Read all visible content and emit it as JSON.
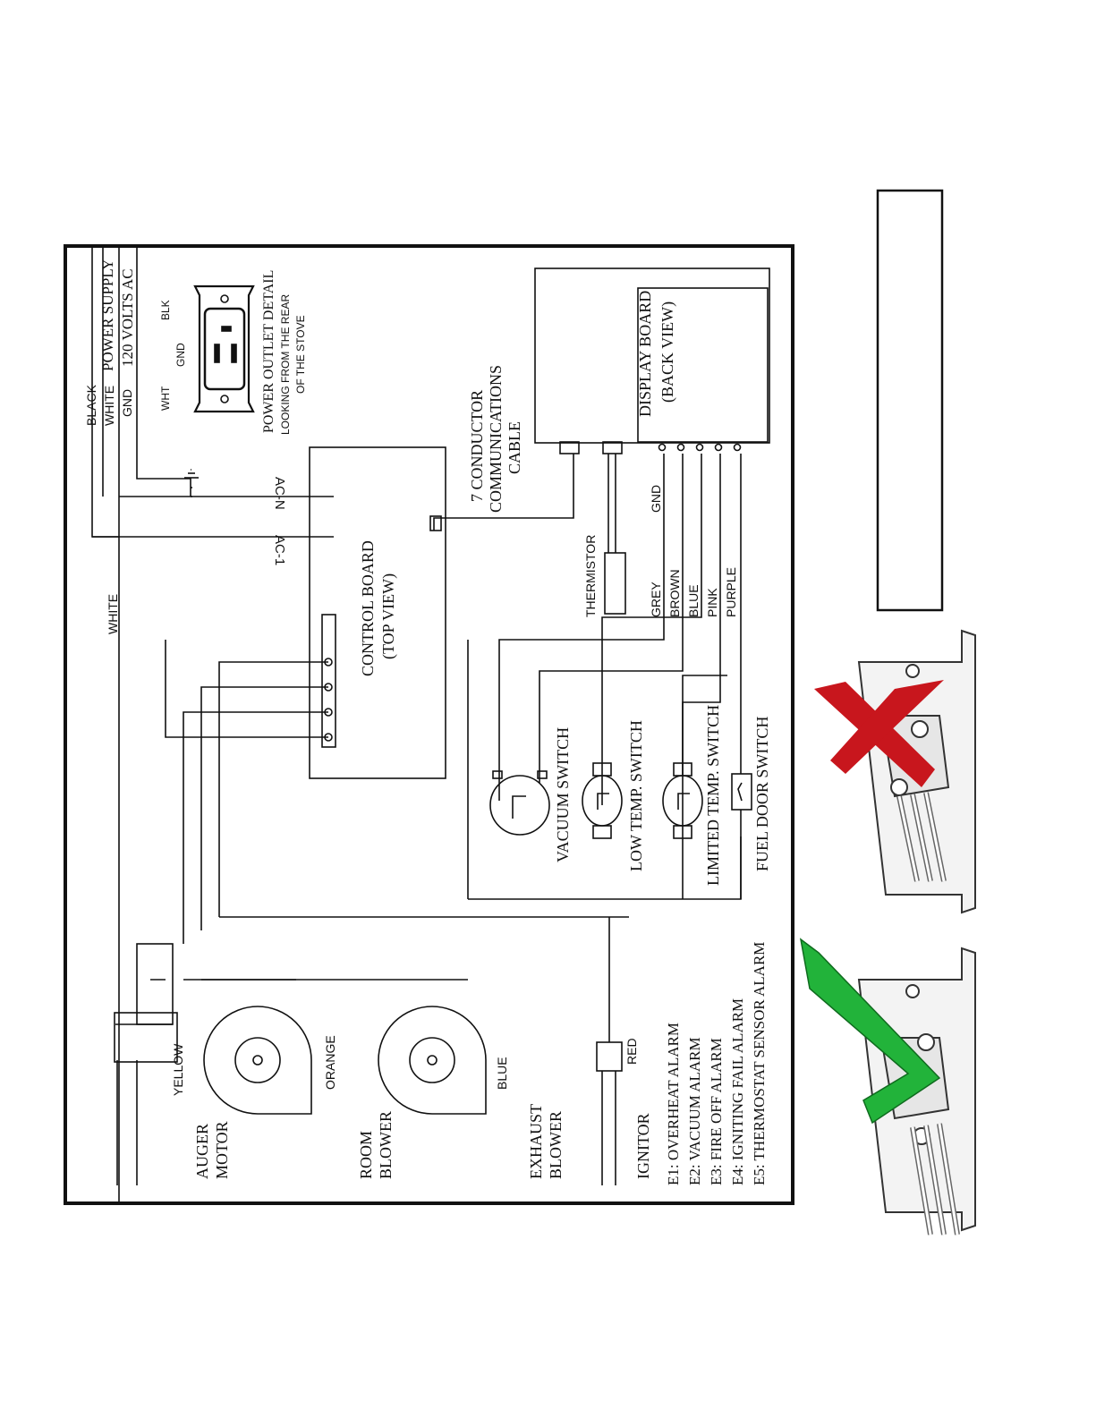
{
  "power": {
    "wires": [
      "BLACK",
      "WHITE",
      "GND"
    ],
    "supply_line1": "POWER SUPPLY",
    "supply_line2": "120 VOLTS AC",
    "outlet_pins": [
      "WHT",
      "GND",
      "BLK"
    ],
    "outlet_title": "POWER OUTLET DETAIL",
    "outlet_sub1": "LOOKING FROM THE REAR",
    "outlet_sub2": "OF THE STOVE"
  },
  "control_board": {
    "title": "CONTROL BOARD",
    "subtitle": "(TOP VIEW)",
    "terminals": [
      "AC-N",
      "AC-1"
    ]
  },
  "display_board": {
    "title": "DISPLAY BOARD",
    "subtitle": "(BACK VIEW)"
  },
  "cable": {
    "line1": "7 CONDUCTOR",
    "line2": "COMMUNICATIONS",
    "line3": "CABLE"
  },
  "sensors": {
    "thermistor": "THERMISTOR",
    "wire_colors": [
      "GND",
      "GREY",
      "BROWN",
      "BLUE",
      "PINK",
      "PURPLE"
    ],
    "switches": [
      "VACUUM SWITCH",
      "LOW TEMP. SWITCH",
      "LIMITED TEMP. SWITCH",
      "FUEL DOOR SWITCH"
    ]
  },
  "loads": {
    "white_wire": "WHITE",
    "wire_colors": [
      "YELLOW",
      "ORANGE",
      "BLUE",
      "RED"
    ],
    "auger": [
      "AUGER",
      "MOTOR"
    ],
    "room_blower": [
      "ROOM",
      "BLOWER"
    ],
    "exhaust_blower": [
      "EXHAUST",
      "BLOWER"
    ],
    "ignitor": "IGNITOR"
  },
  "alarms": [
    "E1: OVERHEAT ALARM",
    "E2: VACUUM ALARM",
    "E3: FIRE OFF ALARM",
    "E4: IGNITING FAIL ALARM",
    "E5: THERMOSTAT SENSOR ALARM"
  ],
  "colors": {
    "wrong_mark": "#c8161d",
    "right_mark": "#22b33a",
    "line": "#111111"
  }
}
